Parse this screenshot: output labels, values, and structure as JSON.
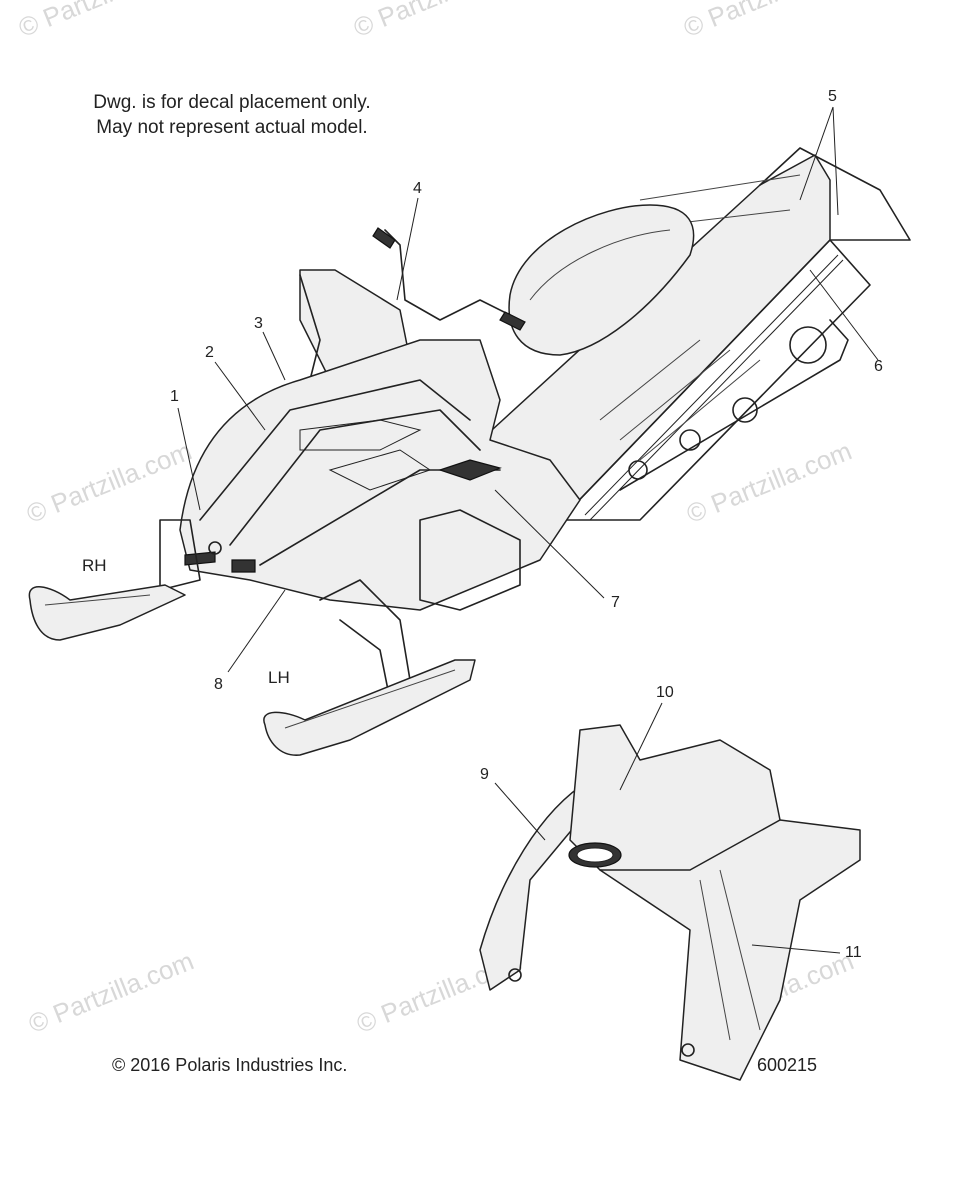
{
  "note": {
    "line1": "Dwg. is for decal placement only.",
    "line2": "May not represent actual model."
  },
  "side_labels": {
    "rh": "RH",
    "lh": "LH"
  },
  "callouts": [
    "1",
    "2",
    "3",
    "4",
    "5",
    "6",
    "7",
    "8",
    "9",
    "10",
    "11"
  ],
  "footer": {
    "copyright": "© 2016 Polaris Industries Inc.",
    "figure_number": "600215"
  },
  "watermark": "© Partzilla.com"
}
